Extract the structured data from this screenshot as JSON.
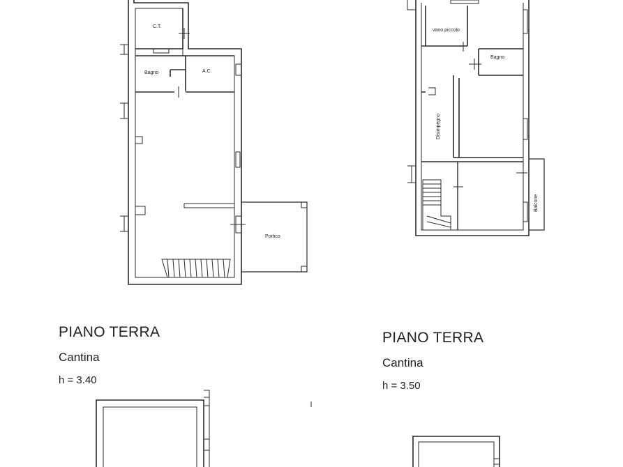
{
  "plan_left": {
    "rooms": {
      "ct": "C.T.",
      "bagno": "Bagno",
      "ac": "A.C.",
      "portico": "Portico"
    },
    "caption": {
      "title": "PIANO TERRA",
      "subtitle": "Cantina",
      "height": "h = 3.40"
    }
  },
  "plan_right": {
    "rooms": {
      "vano_piccolo": "vano piccolo",
      "bagno": "Bagno",
      "disimpegno": "Disimpegno",
      "balcone": "Balcone"
    },
    "caption": {
      "title": "PIANO TERRA",
      "subtitle": "Cantina",
      "height": "h = 3.50"
    }
  },
  "colors": {
    "wall": "#2a2a2a",
    "paper": "#ffffff"
  }
}
